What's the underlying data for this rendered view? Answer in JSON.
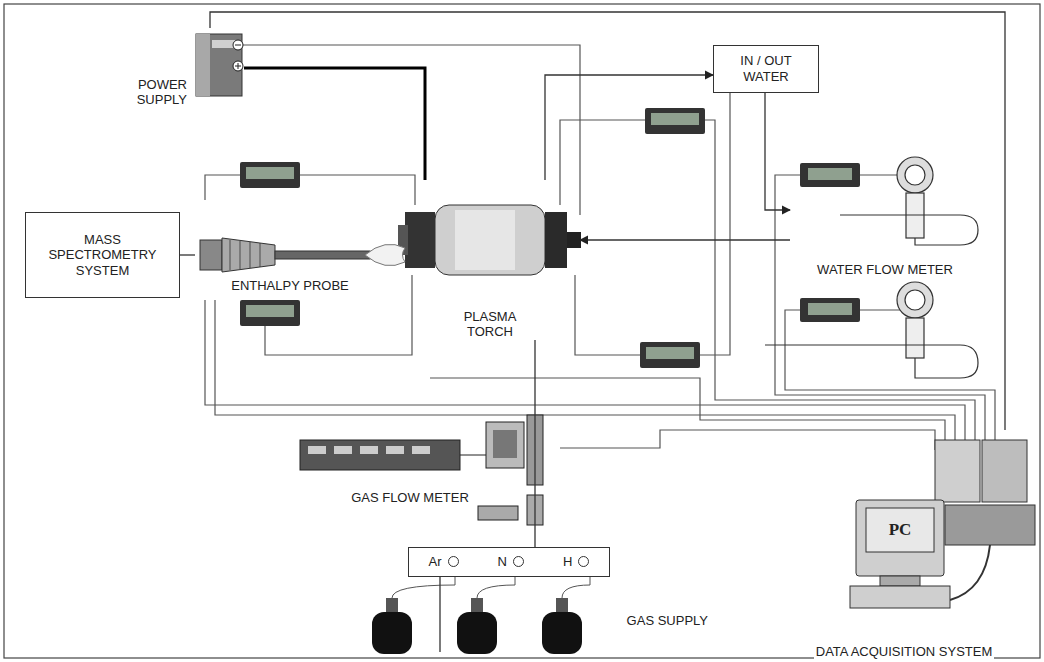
{
  "diagram": {
    "nodes": [
      {
        "text": [
          "POWER SUPPLY"
        ]
      },
      {
        "text": [
          "IN / OUT WATER"
        ]
      },
      {
        "text": [
          "MASS SPECTROMETRY SYSTEM"
        ]
      },
      {
        "text": [
          "ENTHALPY PROBE"
        ]
      },
      {
        "text": [
          "PLASMA TORCH"
        ]
      },
      {
        "text": [
          "WATER FLOW METER"
        ]
      },
      {
        "text": [
          "GAS FLOW METER"
        ]
      },
      {
        "text": [
          "Ar",
          "N",
          "H"
        ]
      },
      {
        "text": [
          "GAS SUPPLY"
        ]
      },
      {
        "text": [
          "DATA ACQUISITION SYSTEM"
        ]
      },
      {
        "text": [
          "PC"
        ],
        "in": 9
      }
    ],
    "edges": [
      {
        "from": 2,
        "to": 3,
        "arrow": "none"
      },
      {
        "from": 0,
        "to": 4,
        "arrow": "none"
      },
      {
        "from": 4,
        "to": 1,
        "arrow": "to"
      },
      {
        "from": 1,
        "to": 5,
        "arrow": "to"
      },
      {
        "from": 5,
        "to": 4,
        "arrow": "to"
      },
      {
        "from": 7,
        "to": 4,
        "arrow": "none"
      },
      {
        "from": 8,
        "to": 7,
        "arrow": "none"
      },
      {
        "from": 9,
        "to": 0,
        "arrow": "none"
      }
    ]
  }
}
